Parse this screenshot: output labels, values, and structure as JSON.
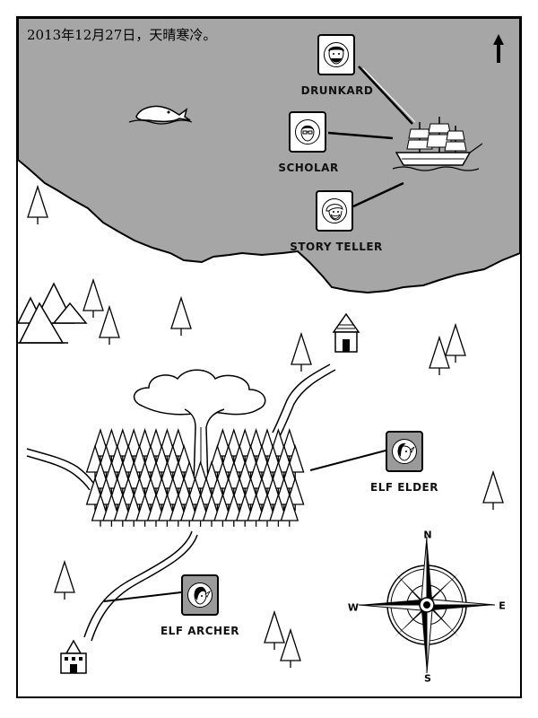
{
  "header": {
    "date_text": "2013年12月27日，天晴寒冷。"
  },
  "icons": {
    "north_arrow": "up-arrow-icon",
    "compass": "compass-rose-icon"
  },
  "colors": {
    "sea": "#a6a6a6",
    "land": "#ffffff",
    "ink": "#000000",
    "card_land_bg": "#9a9a9a"
  },
  "npcs": [
    {
      "id": "drunkard",
      "label": "DRUNKARD",
      "icon": "drunkard-portrait-icon"
    },
    {
      "id": "scholar",
      "label": "SCHOLAR",
      "icon": "scholar-portrait-icon"
    },
    {
      "id": "story_teller",
      "label": "STORY TELLER",
      "icon": "story-teller-portrait-icon"
    },
    {
      "id": "elf_elder",
      "label": "ELF ELDER",
      "icon": "elf-elder-portrait-icon"
    },
    {
      "id": "elf_archer",
      "label": "ELF ARCHER",
      "icon": "elf-archer-portrait-icon"
    }
  ],
  "compass": {
    "n": "N",
    "s": "S",
    "e": "E",
    "w": "W"
  },
  "map_features": {
    "ship": "sailing-ship-icon",
    "whale": "whale-icon",
    "great_tree": "great-tree-icon",
    "hut": "hut-icon",
    "village": "village-icon"
  }
}
